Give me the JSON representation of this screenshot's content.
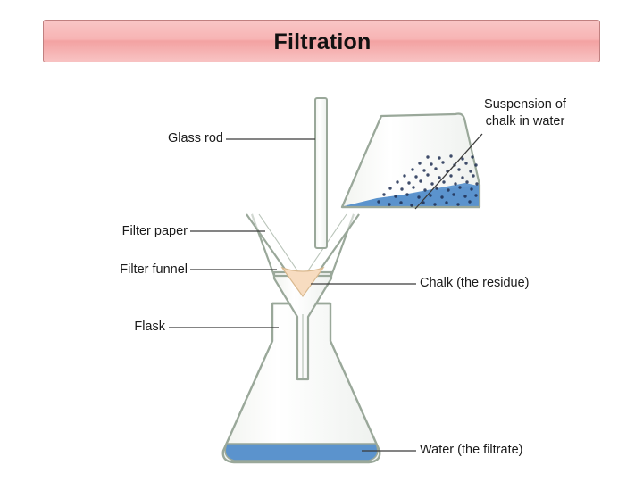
{
  "title": {
    "text": "Filtration"
  },
  "colors": {
    "banner_fill": "#f7b4b4",
    "banner_border": "#c08080",
    "glass_outline": "#9aa89a",
    "glass_fill": "#fdfdfb",
    "liquid_blue": "#5b93cd",
    "chalk_beige": "#f7dcc0",
    "leader_line": "#3a3a3a",
    "text": "#1a1a1a"
  },
  "labels": {
    "glass_rod": "Glass rod",
    "filter_paper": "Filter paper",
    "filter_funnel": "Filter funnel",
    "flask": "Flask",
    "suspension": "Suspension of chalk in water",
    "chalk": "Chalk (the residue)",
    "water": "Water (the filtrate)"
  },
  "diagram": {
    "parts": [
      "glass-rod",
      "beaker-with-suspension",
      "filter-paper",
      "filter-funnel",
      "conical-flask",
      "chalk-residue",
      "water-filtrate"
    ]
  }
}
